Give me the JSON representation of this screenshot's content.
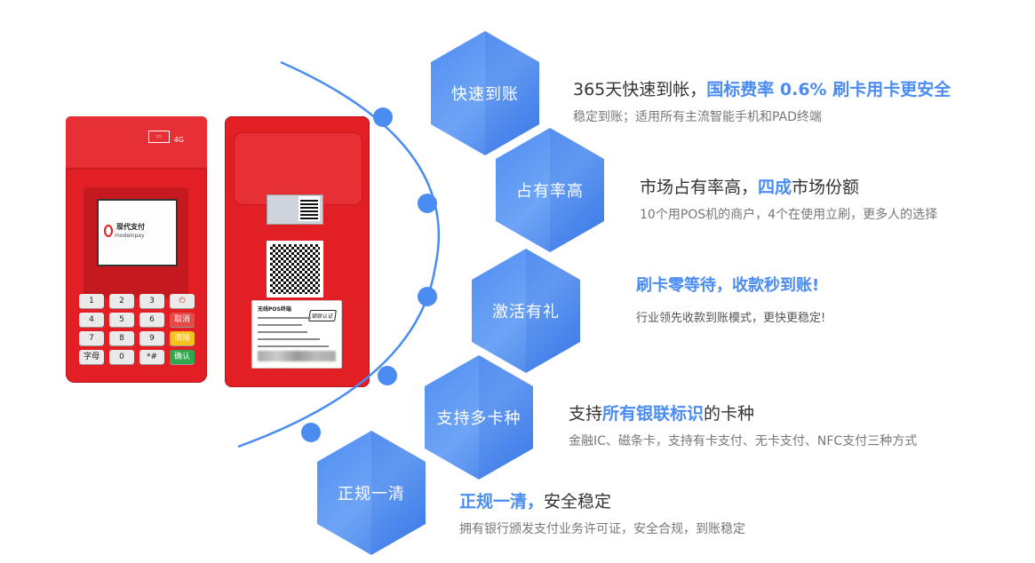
{
  "front_terminal": {
    "brand_name": "现代支付",
    "brand_sub": "modeinpay",
    "network": "4G",
    "keys": [
      "1",
      "2",
      "3",
      "⏻",
      "4",
      "5",
      "6",
      "取消",
      "7",
      "8",
      "9",
      "清除",
      "字母",
      "0",
      "*#",
      "确认"
    ]
  },
  "back_terminal": {
    "plate_title": "无线POS终端",
    "plate_badge": "银联认证"
  },
  "colors": {
    "accent": "#4a8cf2",
    "terminal_red": "#e21f24",
    "text_dark": "#333333",
    "text_gray": "#777777"
  },
  "features": [
    {
      "hex_label": "快速到账",
      "head_plain_before": "365天快速到帐，",
      "head_highlight": "国标费率 0.6% 刷卡用卡更安全",
      "head_plain_after": "",
      "sub": "稳定到账；适用所有主流智能手机和PAD终端"
    },
    {
      "hex_label": "占有率高",
      "head_plain_before": "市场占有率高，",
      "head_highlight": "四成",
      "head_plain_after": "市场份额",
      "sub": "10个用POS机的商户，4个在使用立刷，更多人的选择"
    },
    {
      "hex_label": "激活有礼",
      "head_plain_before": "",
      "head_highlight": "刷卡零等待，收款秒到账!",
      "head_plain_after": "",
      "sub": "行业领先收款到账模式，更快更稳定!"
    },
    {
      "hex_label": "支持多卡种",
      "head_plain_before": "支持",
      "head_highlight": "所有银联标识",
      "head_plain_after": "的卡种",
      "sub": "金融IC、磁条卡，支持有卡支付、无卡支付、NFC支付三种方式"
    },
    {
      "hex_label": "正规一清",
      "head_plain_before": "",
      "head_highlight": "正规一清，",
      "head_plain_after": "安全稳定",
      "sub": "拥有银行颁发支付业务许可证，安全合规，到账稳定"
    }
  ]
}
